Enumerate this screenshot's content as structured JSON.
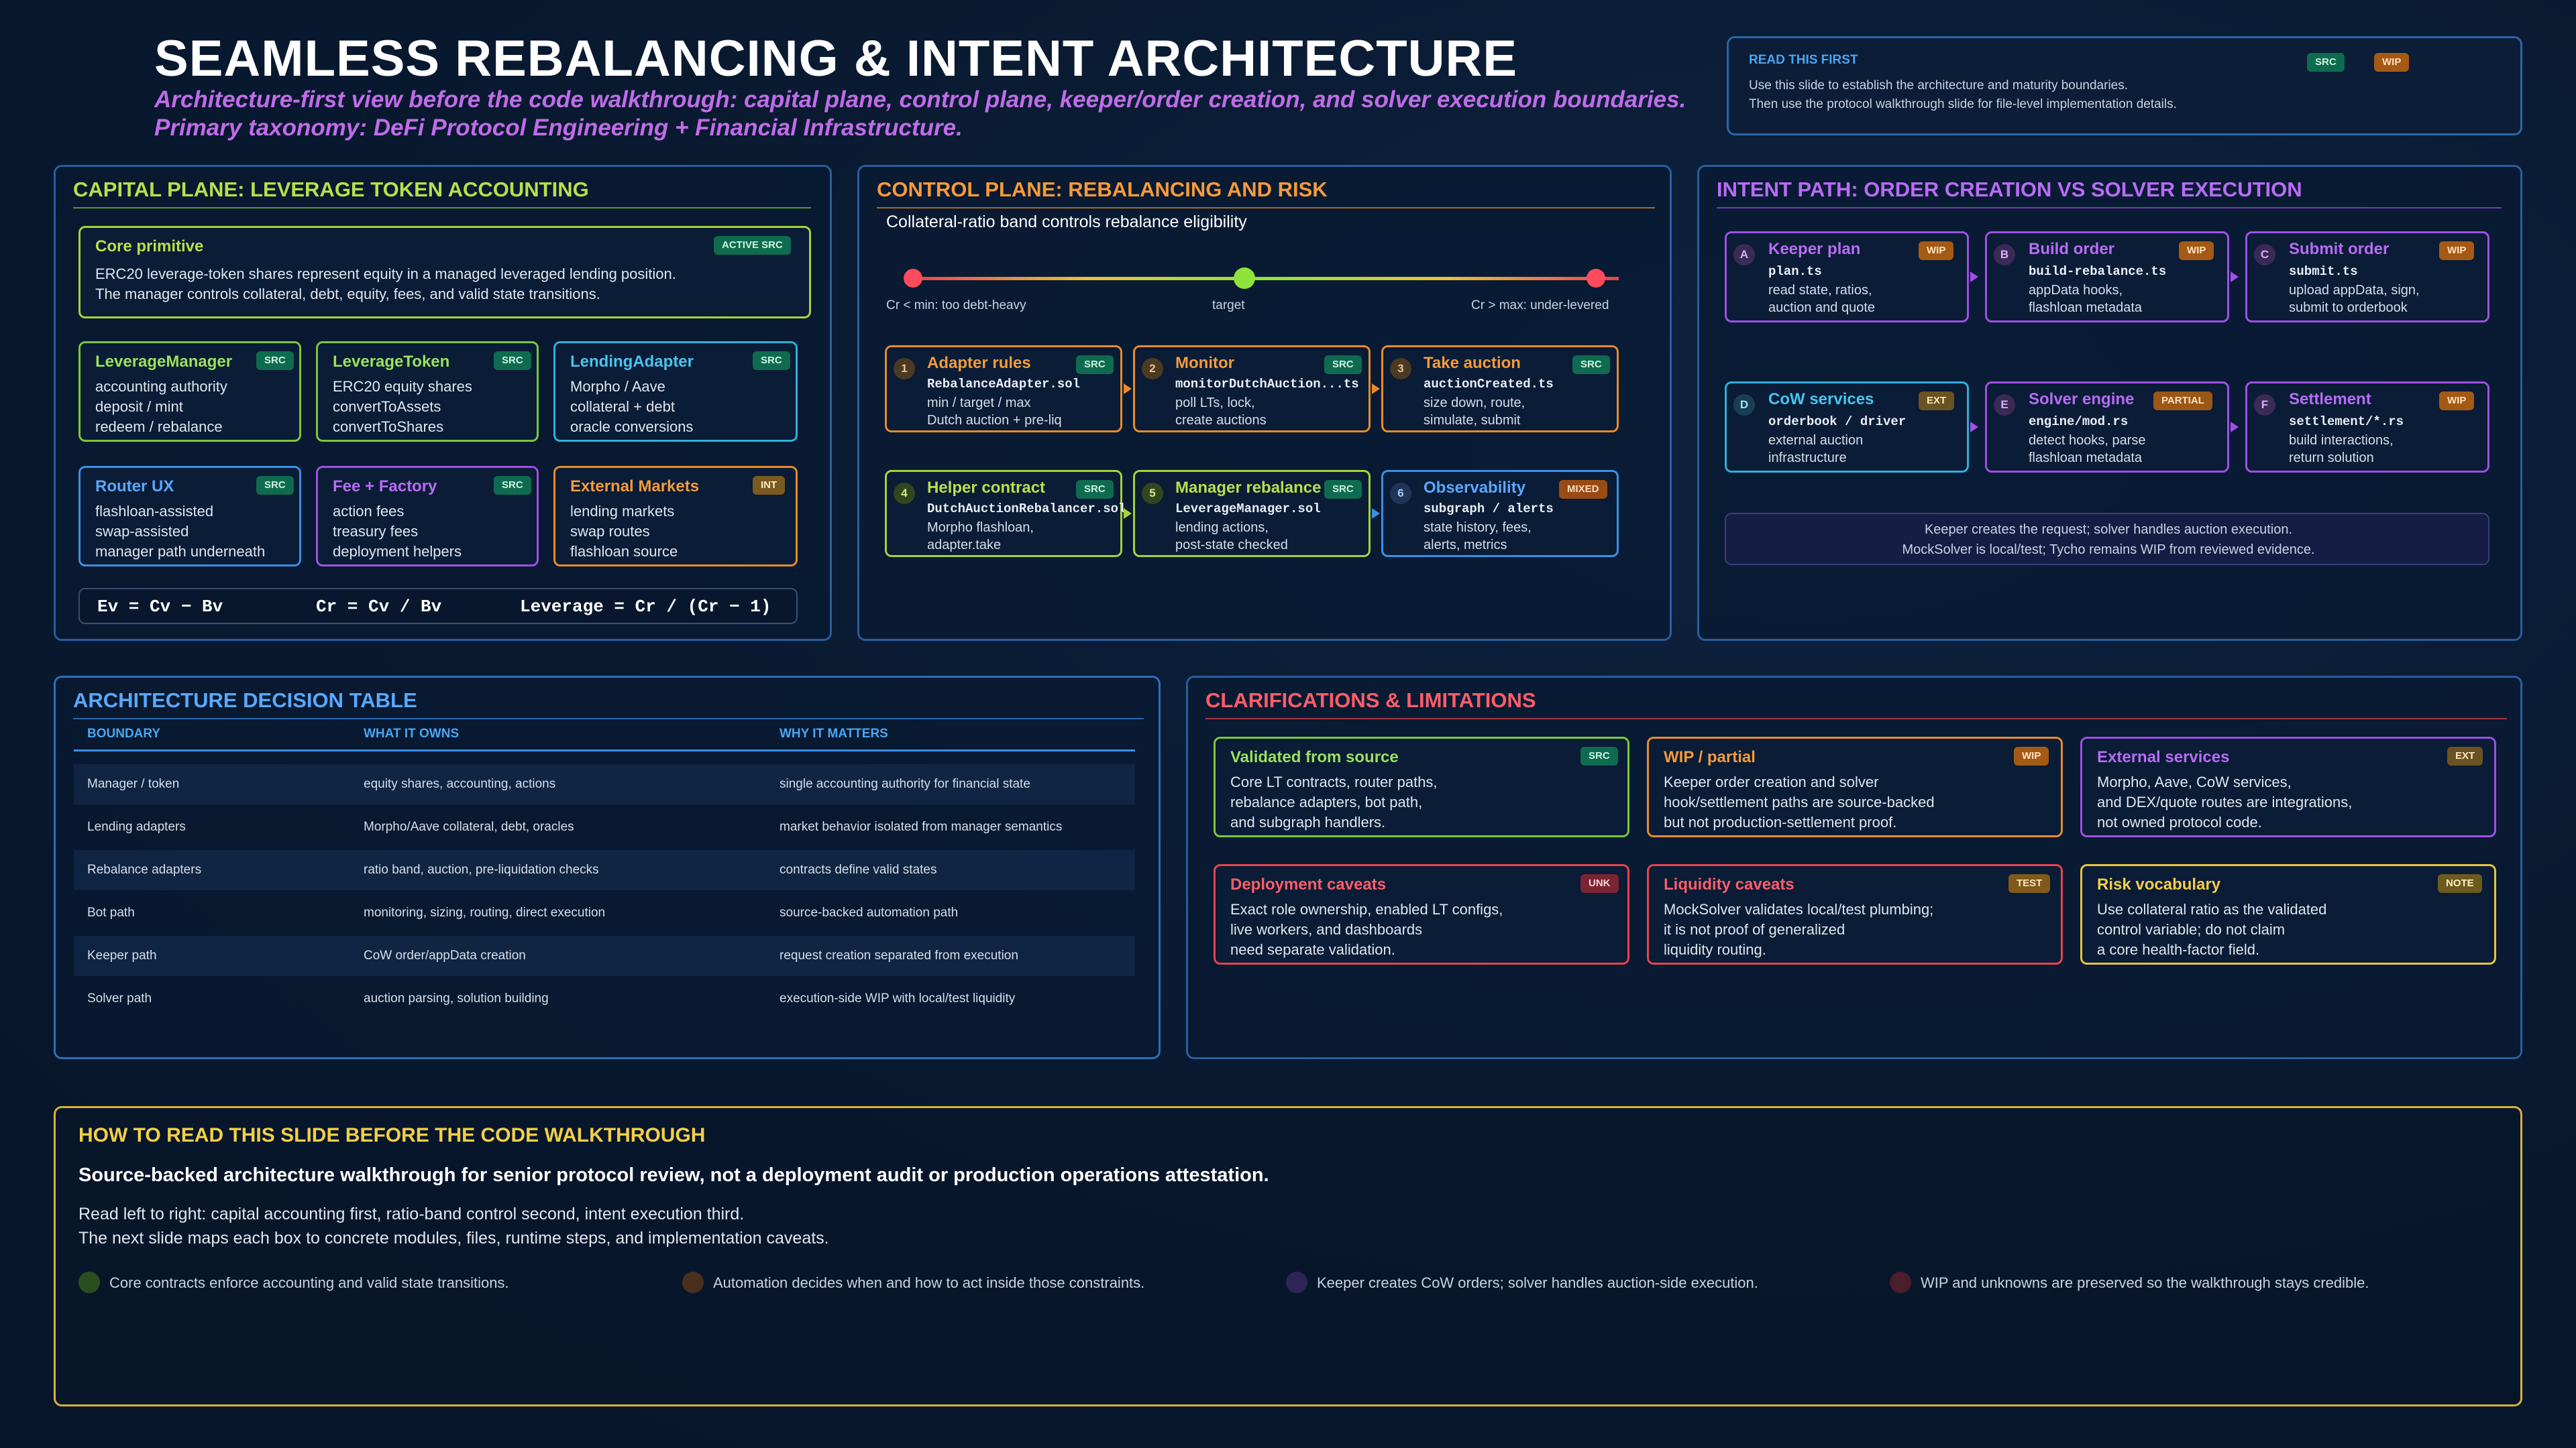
{
  "header": {
    "title": "SEAMLESS REBALANCING & INTENT ARCHITECTURE",
    "subtitle_1": "Architecture-first view before the code walkthrough: capital plane, control plane, keeper/order creation, and solver execution boundaries.",
    "subtitle_2": "Primary taxonomy: DeFi Protocol Engineering + Financial Infrastructure."
  },
  "read_first": {
    "title": "READ THIS FIRST",
    "badge_src": "SRC",
    "badge_wip": "WIP",
    "line_1": "Use this slide to establish the architecture and maturity boundaries.",
    "line_2": "Then use the protocol walkthrough slide for file-level implementation details."
  },
  "capital": {
    "title": "CAPITAL PLANE: LEVERAGE TOKEN ACCOUNTING",
    "core": {
      "title": "Core primitive",
      "badge": "ACTIVE SRC",
      "line_1": "ERC20 leverage-token shares represent equity in a managed leveraged lending position.",
      "line_2": "The manager controls collateral, debt, equity, fees, and valid state transitions."
    },
    "cards": [
      {
        "title": "LeverageManager",
        "badge": "SRC",
        "lines": [
          "accounting authority",
          "deposit / mint",
          "redeem / rebalance"
        ]
      },
      {
        "title": "LeverageToken",
        "badge": "SRC",
        "lines": [
          "ERC20 equity shares",
          "convertToAssets",
          "convertToShares"
        ]
      },
      {
        "title": "LendingAdapter",
        "badge": "SRC",
        "lines": [
          "Morpho / Aave",
          "collateral + debt",
          "oracle conversions"
        ]
      },
      {
        "title": "Router UX",
        "badge": "SRC",
        "lines": [
          "flashloan-assisted",
          "swap-assisted",
          "manager path underneath"
        ]
      },
      {
        "title": "Fee + Factory",
        "badge": "SRC",
        "lines": [
          "action fees",
          "treasury fees",
          "deployment helpers"
        ]
      },
      {
        "title": "External Markets",
        "badge": "INT",
        "lines": [
          "lending markets",
          "swap routes",
          "flashloan source"
        ]
      }
    ],
    "formulas": [
      "Ev = Cv − Bv",
      "Cr = Cv / Bv",
      "Leverage = Cr / (Cr − 1)"
    ]
  },
  "control": {
    "title": "CONTROL PLANE: REBALANCING AND RISK",
    "subtitle": "Collateral-ratio band controls rebalance eligibility",
    "band_labels": [
      "Cr < min: too debt-heavy",
      "target",
      "Cr > max: under-levered"
    ],
    "steps": [
      {
        "num": "1",
        "title": "Adapter rules",
        "badge": "SRC",
        "file": "RebalanceAdapter.sol",
        "lines": [
          "min / target / max",
          "Dutch auction + pre-liq"
        ]
      },
      {
        "num": "2",
        "title": "Monitor",
        "badge": "SRC",
        "file": "monitorDutchAuction...ts",
        "lines": [
          "poll LTs, lock,",
          "create auctions"
        ]
      },
      {
        "num": "3",
        "title": "Take auction",
        "badge": "SRC",
        "file": "auctionCreated.ts",
        "lines": [
          "size down, route,",
          "simulate, submit"
        ]
      },
      {
        "num": "4",
        "title": "Helper contract",
        "badge": "SRC",
        "file": "DutchAuctionRebalancer.sol",
        "lines": [
          "Morpho flashloan,",
          "adapter.take"
        ]
      },
      {
        "num": "5",
        "title": "Manager rebalance",
        "badge": "SRC",
        "file": "LeverageManager.sol",
        "lines": [
          "lending actions,",
          "post-state checked"
        ]
      },
      {
        "num": "6",
        "title": "Observability",
        "badge": "MIXED",
        "file": "subgraph / alerts",
        "lines": [
          "state history, fees,",
          "alerts, metrics"
        ]
      }
    ]
  },
  "intent": {
    "title": "INTENT PATH: ORDER CREATION VS SOLVER EXECUTION",
    "steps": [
      {
        "letter": "A",
        "title": "Keeper plan",
        "badge": "WIP",
        "file": "plan.ts",
        "lines": [
          "read state, ratios,",
          "auction and quote"
        ]
      },
      {
        "letter": "B",
        "title": "Build order",
        "badge": "WIP",
        "file": "build-rebalance.ts",
        "lines": [
          "appData hooks,",
          "flashloan metadata"
        ]
      },
      {
        "letter": "C",
        "title": "Submit order",
        "badge": "WIP",
        "file": "submit.ts",
        "lines": [
          "upload appData, sign,",
          "submit to orderbook"
        ]
      },
      {
        "letter": "D",
        "title": "CoW services",
        "badge": "EXT",
        "file": "orderbook / driver",
        "lines": [
          "external auction",
          "infrastructure"
        ]
      },
      {
        "letter": "E",
        "title": "Solver engine",
        "badge": "PARTIAL",
        "file": "engine/mod.rs",
        "lines": [
          "detect hooks, parse",
          "flashloan metadata"
        ]
      },
      {
        "letter": "F",
        "title": "Settlement",
        "badge": "WIP",
        "file": "settlement/*.rs",
        "lines": [
          "build interactions,",
          "return solution"
        ]
      }
    ],
    "note_1": "Keeper creates the request; solver handles auction execution.",
    "note_2": "MockSolver is local/test; Tycho remains WIP from reviewed evidence."
  },
  "decision": {
    "title": "ARCHITECTURE DECISION TABLE",
    "columns": [
      "BOUNDARY",
      "WHAT IT OWNS",
      "WHY IT MATTERS"
    ],
    "rows": [
      [
        "Manager / token",
        "equity shares, accounting, actions",
        "single accounting authority for financial state"
      ],
      [
        "Lending adapters",
        "Morpho/Aave collateral, debt, oracles",
        "market behavior isolated from manager semantics"
      ],
      [
        "Rebalance adapters",
        "ratio band, auction, pre-liquidation checks",
        "contracts define valid states"
      ],
      [
        "Bot path",
        "monitoring, sizing, routing, direct execution",
        "source-backed automation path"
      ],
      [
        "Keeper path",
        "CoW order/appData creation",
        "request creation separated from execution"
      ],
      [
        "Solver path",
        "auction parsing, solution building",
        "execution-side WIP with local/test liquidity"
      ]
    ]
  },
  "clarifications": {
    "title": "CLARIFICATIONS & LIMITATIONS",
    "cards": [
      {
        "title": "Validated from source",
        "badge": "SRC",
        "lines": [
          "Core LT contracts, router paths,",
          "rebalance adapters, bot path,",
          "and subgraph handlers."
        ]
      },
      {
        "title": "WIP / partial",
        "badge": "WIP",
        "lines": [
          "Keeper order creation and solver",
          "hook/settlement paths are source-backed",
          "but not production-settlement proof."
        ]
      },
      {
        "title": "External services",
        "badge": "EXT",
        "lines": [
          "Morpho, Aave, CoW services,",
          "and DEX/quote routes are integrations,",
          "not owned protocol code."
        ]
      },
      {
        "title": "Deployment caveats",
        "badge": "UNK",
        "lines": [
          "Exact role ownership, enabled LT configs,",
          "live workers, and dashboards",
          "need separate validation."
        ]
      },
      {
        "title": "Liquidity caveats",
        "badge": "TEST",
        "lines": [
          "MockSolver validates local/test plumbing;",
          "it is not proof of generalized",
          "liquidity routing."
        ]
      },
      {
        "title": "Risk vocabulary",
        "badge": "NOTE",
        "lines": [
          "Use collateral ratio as the validated",
          "control variable; do not claim",
          "a core health-factor field."
        ]
      }
    ]
  },
  "howto": {
    "title": "HOW TO READ THIS SLIDE BEFORE THE CODE WALKTHROUGH",
    "lead": "Source-backed architecture walkthrough for senior protocol review, not a deployment audit or production operations attestation.",
    "line_1": "Read left to right: capital accounting first, ratio-band control second, intent execution third.",
    "line_2": "The next slide maps each box to concrete modules, files, runtime steps, and implementation caveats.",
    "legend": [
      "Core contracts enforce accounting and valid state transitions.",
      "Automation decides when and how to act inside those constraints.",
      "Keeper creates CoW orders; solver handles auction-side execution.",
      "WIP and unknowns are preserved so the walkthrough stays credible."
    ]
  }
}
